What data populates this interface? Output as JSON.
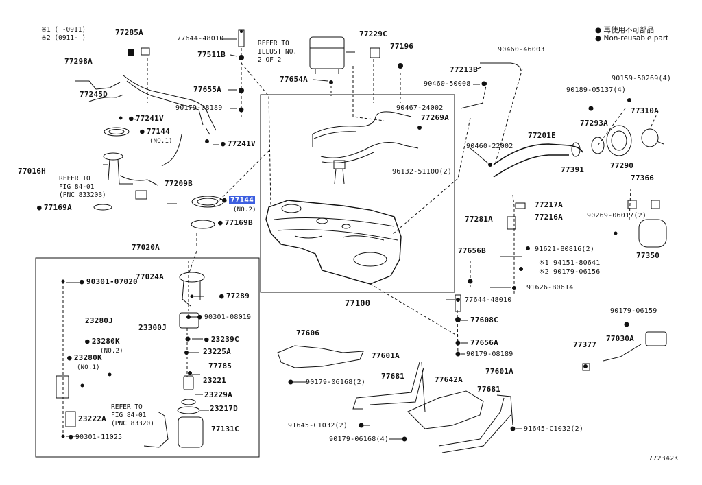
{
  "header_notes": {
    "line1": "※1 (     -0911)",
    "line2": "※2 (0911-     )"
  },
  "legend": {
    "line1": "再使用不可部品",
    "line2": "Non-reusable part"
  },
  "figure_id": "772342K",
  "refer_illust": [
    "REFER TO",
    "ILLUST NO.",
    "2 OF 2"
  ],
  "refer_fig_1": [
    "REFER TO",
    "FIG 84-01",
    "(PNC 83320B)"
  ],
  "refer_fig_2": [
    "REFER TO",
    "FIG 84-01",
    "(PNC 83320)"
  ],
  "parts": {
    "p77285A": "77285A",
    "p77298A": "77298A",
    "p77245D": "77245D",
    "p77241V_a": "77241V",
    "p77144_1": "77144",
    "p77144_1_sub": "(NO.1)",
    "p77016H": "77016H",
    "p77169A_a": "77169A",
    "p77209B": "77209B",
    "p77241V_b": "77241V",
    "p77644_48010_a": "77644-48010",
    "p77511B": "77511B",
    "p77655A": "77655A",
    "p90179_08189_a": "90179-08189",
    "p77144_2": "77144",
    "p77144_2_sub": "(NO.2)",
    "p77169B": "77169B",
    "p77654A": "77654A",
    "p77229C": "77229C",
    "p77196": "77196",
    "p90467_24002": "90467-24002",
    "p77269A": "77269A",
    "p96132_51100": "96132-51100(2)",
    "p90460_46003": "90460-46003",
    "p77213B": "77213B",
    "p90460_50008": "90460-50008",
    "p90460_22002": "90460-22002",
    "p77201E": "77201E",
    "p77391": "77391",
    "p90159_50269": "90159-50269(4)",
    "p90189_05137": "90189-05137(4)",
    "p77310A": "77310A",
    "p77293A": "77293A",
    "p77290": "77290",
    "p77366": "77366",
    "p90269_06017": "90269-06017(2)",
    "p77350": "77350",
    "p77217A": "77217A",
    "p77281A": "77281A",
    "p77216A": "77216A",
    "p91621_B0816": "91621-B0816(2)",
    "p94151_80641": "※1 94151-80641",
    "p90179_06156": "※2 90179-06156",
    "p91626_B0614": "91626-B0614",
    "p77656B": "77656B",
    "p77644_48010_b": "77644-48010",
    "p77608C": "77608C",
    "p77656A": "77656A",
    "p90179_08189_b": "90179-08189",
    "p77100": "77100",
    "p90179_06159": "90179-06159",
    "p77377": "77377",
    "p77030A": "77030A",
    "p77020A": "77020A",
    "p90301_07020": "90301-07020",
    "p77024A": "77024A",
    "p77289": "77289",
    "p90301_08019": "90301-08019",
    "p23280J": "23280J",
    "p23300J": "23300J",
    "p23280K_2": "23280K",
    "p23280K_2_sub": "(NO.2)",
    "p23239C": "23239C",
    "p23225A": "23225A",
    "p23280K_1": "23280K",
    "p23280K_1_sub": "(NO.1)",
    "p77785": "77785",
    "p23221": "23221",
    "p23229A": "23229A",
    "p23217D": "23217D",
    "p23222A": "23222A",
    "p77131C": "77131C",
    "p90301_11025": "90301-11025",
    "p77606": "77606",
    "p90179_06168_2": "90179-06168(2)",
    "p77601A_a": "77601A",
    "p77681_a": "77681",
    "p91645_C1032_a": "91645-C1032(2)",
    "p90179_06168_4": "90179-06168(4)",
    "p77642A": "77642A",
    "p77601A_b": "77601A",
    "p77681_b": "77681",
    "p91645_C1032_b": "91645-C1032(2)"
  }
}
